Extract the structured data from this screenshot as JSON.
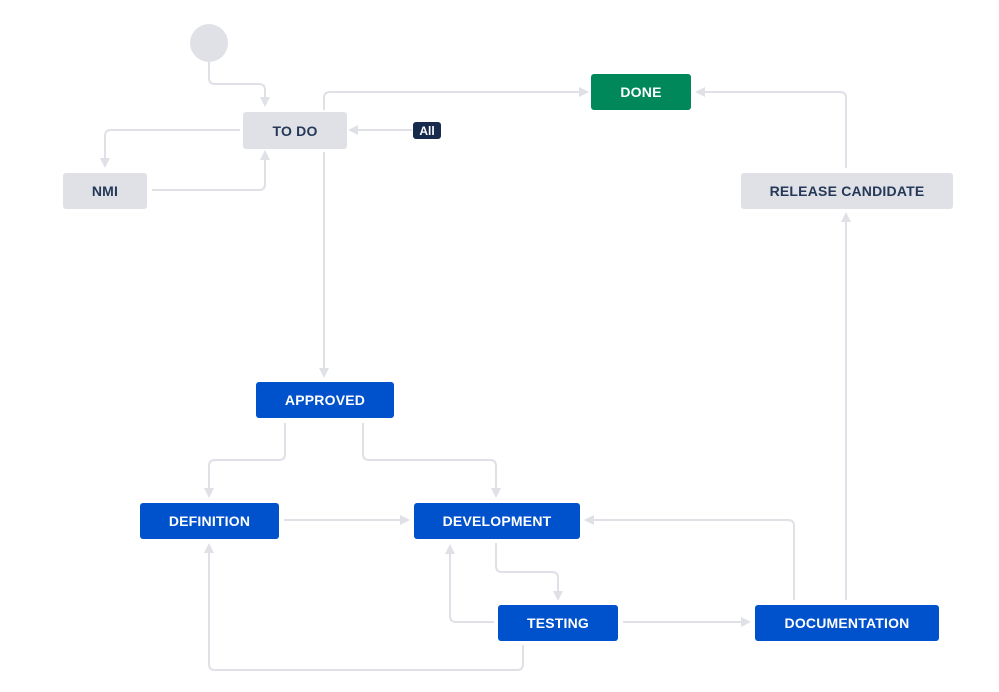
{
  "workflow": {
    "statuses": {
      "todo": "TO DO",
      "nmi": "NMI",
      "done": "DONE",
      "release_candidate": "RELEASE CANDIDATE",
      "approved": "APPROVED",
      "definition": "DEFINITION",
      "development": "DEVELOPMENT",
      "testing": "TESTING",
      "documentation": "DOCUMENTATION"
    },
    "global_transition_badge": "All",
    "categories": {
      "todo_color": "#dfe1e6",
      "in_progress_color": "#0052cc",
      "done_color": "#00875a"
    },
    "transitions": [
      {
        "from": "start",
        "to": "TO DO"
      },
      {
        "from": "All",
        "to": "TO DO"
      },
      {
        "from": "TO DO",
        "to": "NMI"
      },
      {
        "from": "NMI",
        "to": "TO DO"
      },
      {
        "from": "TO DO",
        "to": "DONE"
      },
      {
        "from": "TO DO",
        "to": "APPROVED"
      },
      {
        "from": "RELEASE CANDIDATE",
        "to": "DONE"
      },
      {
        "from": "APPROVED",
        "to": "DEFINITION"
      },
      {
        "from": "APPROVED",
        "to": "DEVELOPMENT"
      },
      {
        "from": "DEFINITION",
        "to": "DEVELOPMENT"
      },
      {
        "from": "DEVELOPMENT",
        "to": "TESTING"
      },
      {
        "from": "TESTING",
        "to": "DEVELOPMENT"
      },
      {
        "from": "TESTING",
        "to": "DEFINITION"
      },
      {
        "from": "TESTING",
        "to": "DOCUMENTATION"
      },
      {
        "from": "DOCUMENTATION",
        "to": "DEVELOPMENT"
      },
      {
        "from": "DOCUMENTATION",
        "to": "RELEASE CANDIDATE"
      }
    ]
  }
}
